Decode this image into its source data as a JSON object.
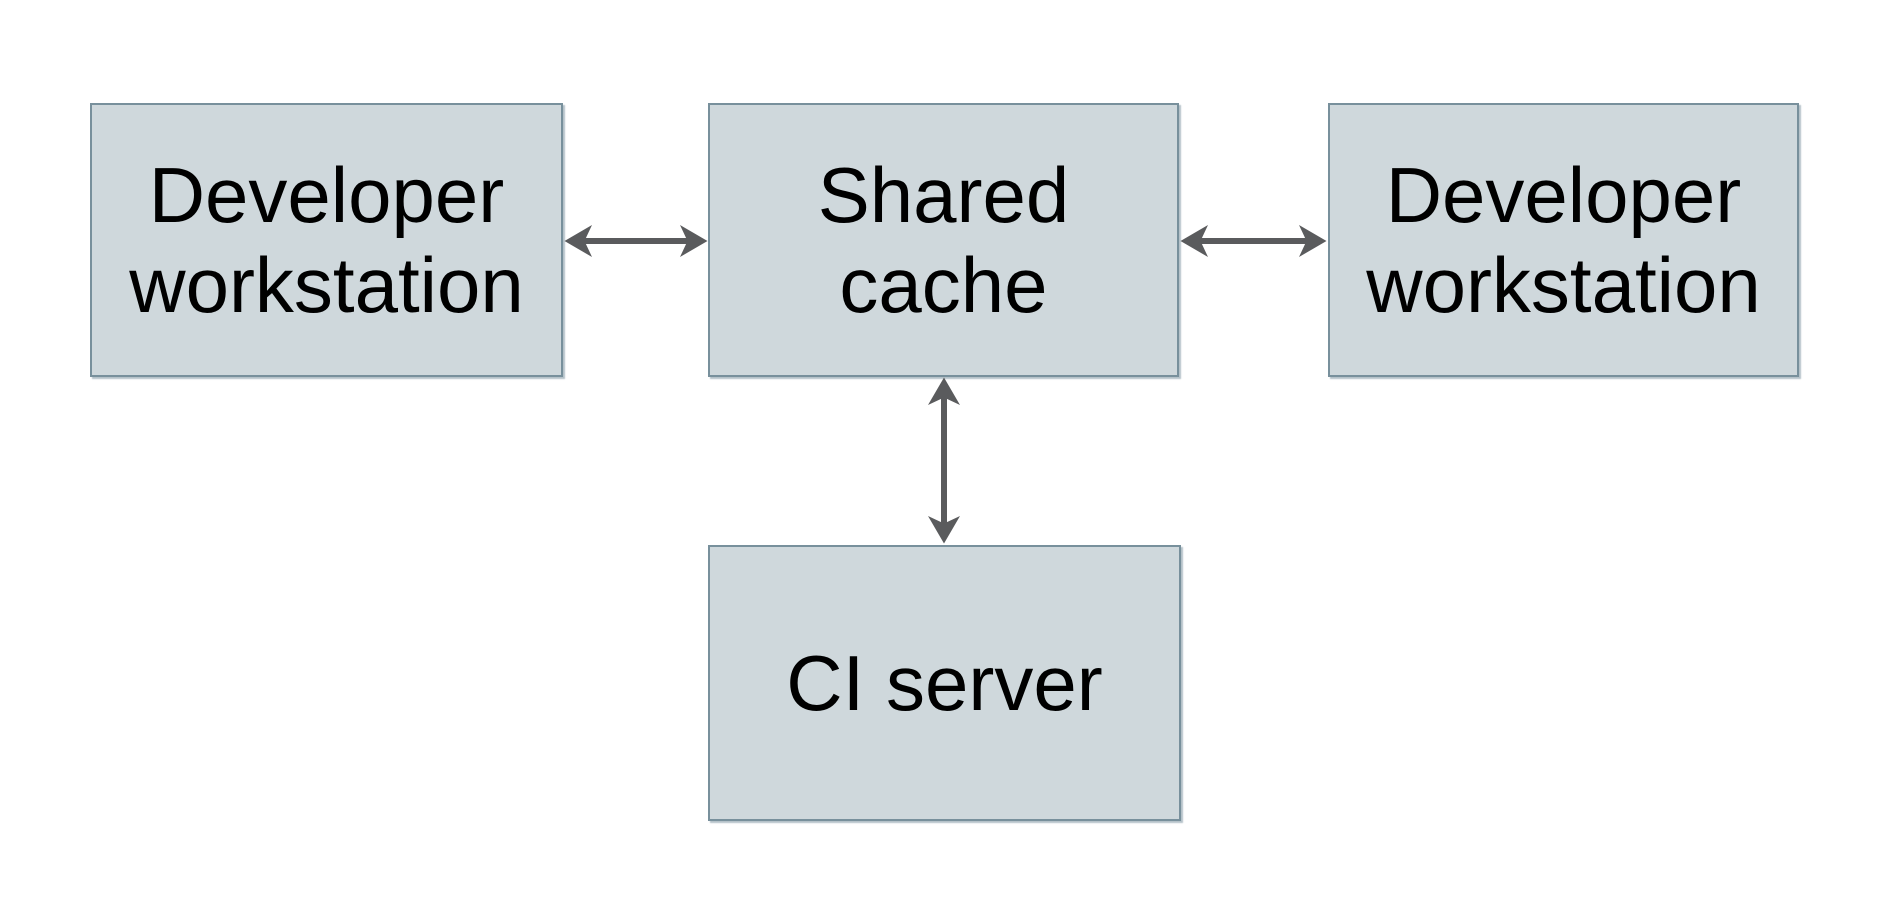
{
  "diagram": {
    "title": "",
    "nodes": [
      {
        "id": "developer-workstation-left",
        "label": "Developer workstation"
      },
      {
        "id": "shared-cache",
        "label": "Shared cache"
      },
      {
        "id": "developer-workstation-right",
        "label": "Developer workstation"
      },
      {
        "id": "ci-server",
        "label": "CI server"
      }
    ],
    "edges": [
      {
        "from": "developer-workstation-left",
        "to": "shared-cache",
        "style": "double-headed-arrow",
        "orientation": "horizontal"
      },
      {
        "from": "shared-cache",
        "to": "developer-workstation-right",
        "style": "double-headed-arrow",
        "orientation": "horizontal"
      },
      {
        "from": "shared-cache",
        "to": "ci-server",
        "style": "double-headed-arrow",
        "orientation": "vertical"
      }
    ],
    "colors": {
      "background": "#ffffff",
      "node_fill": "#cfd8dc",
      "node_border": "#78909c",
      "arrow": "#5a5b5d",
      "text": "#000000"
    }
  }
}
